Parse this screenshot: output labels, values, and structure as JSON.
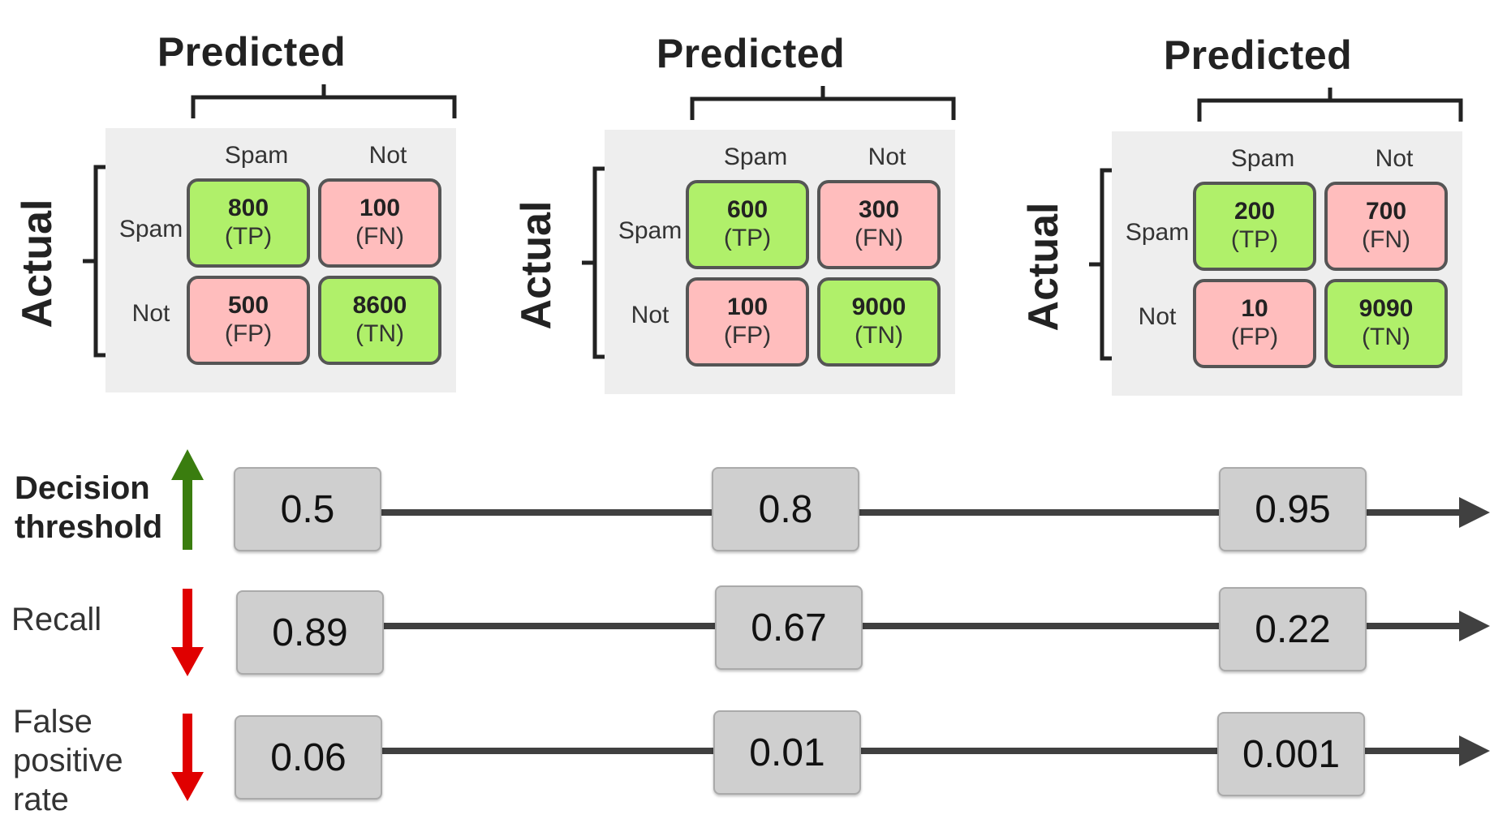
{
  "matrices": [
    {
      "predicted_label": "Predicted",
      "actual_label": "Actual",
      "col_labels": [
        "Spam",
        "Not"
      ],
      "row_labels": [
        "Spam",
        "Not"
      ],
      "cells": [
        {
          "value": "800",
          "tag": "(TP)"
        },
        {
          "value": "100",
          "tag": "(FN)"
        },
        {
          "value": "500",
          "tag": "(FP)"
        },
        {
          "value": "8600",
          "tag": "(TN)"
        }
      ]
    },
    {
      "predicted_label": "Predicted",
      "actual_label": "Actual",
      "col_labels": [
        "Spam",
        "Not"
      ],
      "row_labels": [
        "Spam",
        "Not"
      ],
      "cells": [
        {
          "value": "600",
          "tag": "(TP)"
        },
        {
          "value": "300",
          "tag": "(FN)"
        },
        {
          "value": "100",
          "tag": "(FP)"
        },
        {
          "value": "9000",
          "tag": "(TN)"
        }
      ]
    },
    {
      "predicted_label": "Predicted",
      "actual_label": "Actual",
      "col_labels": [
        "Spam",
        "Not"
      ],
      "row_labels": [
        "Spam",
        "Not"
      ],
      "cells": [
        {
          "value": "200",
          "tag": "(TP)"
        },
        {
          "value": "700",
          "tag": "(FN)"
        },
        {
          "value": "10",
          "tag": "(FP)"
        },
        {
          "value": "9090",
          "tag": "(TN)"
        }
      ]
    }
  ],
  "rows": [
    {
      "title_lines": [
        "Decision",
        "threshold"
      ],
      "direction": "up",
      "values": [
        "0.5",
        "0.8",
        "0.95"
      ]
    },
    {
      "title_lines": [
        "Recall"
      ],
      "direction": "down",
      "values": [
        "0.89",
        "0.67",
        "0.22"
      ]
    },
    {
      "title_lines": [
        "False",
        "positive",
        "rate"
      ],
      "direction": "down",
      "values": [
        "0.06",
        "0.01",
        "0.001"
      ]
    }
  ],
  "colors": {
    "correct_cell": "#b0f06a",
    "error_cell": "#ffbdbd",
    "up_arrow": "#3a7d0f",
    "down_arrow": "#e00000"
  }
}
